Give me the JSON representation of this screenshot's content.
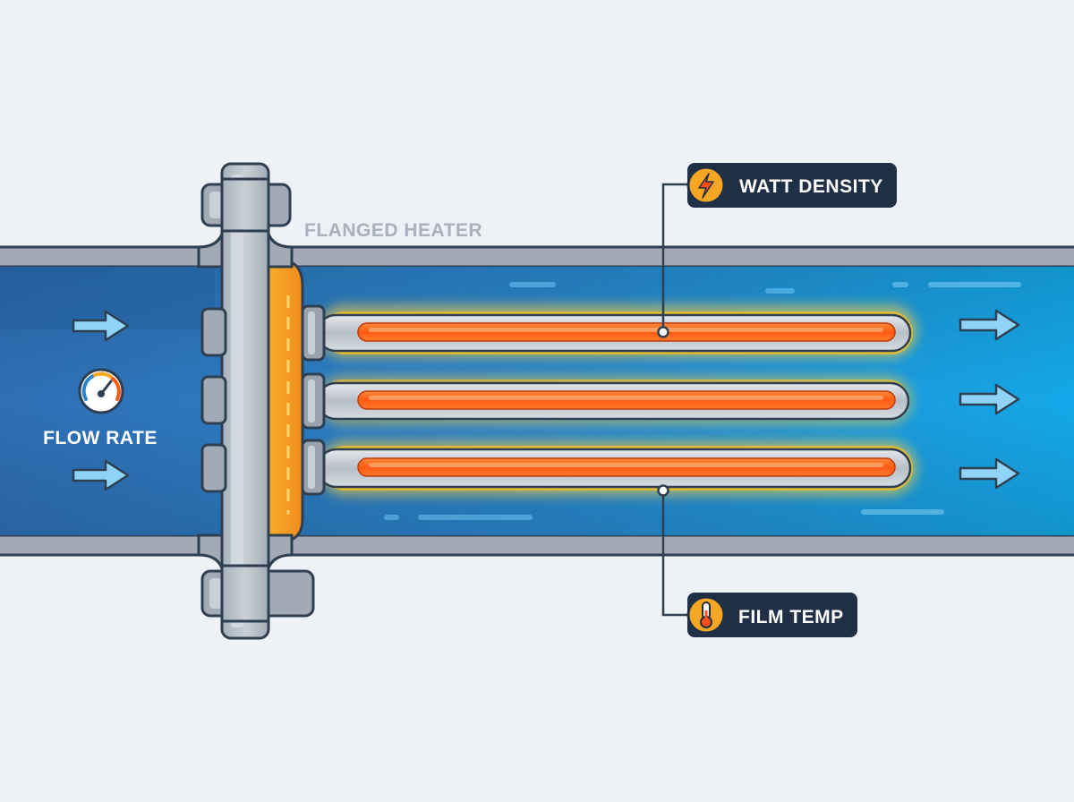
{
  "labels": {
    "flanged_heater": "FLANGED HEATER",
    "flow_rate": "FLOW RATE",
    "watt_density": "WATT DENSITY",
    "film_temp": "FILM TEMP"
  },
  "icons": {
    "flow_rate": "gauge-icon",
    "watt_density": "lightning-bolt-icon",
    "film_temp": "thermometer-icon",
    "flow": "arrow-right-icon"
  },
  "colors": {
    "background": "#eef1f5",
    "pipe_wall": "#9aa3ad",
    "outline": "#2f3f52",
    "fluid_dark": "#2f73b8",
    "fluid_light": "#15a6e6",
    "element_hot": "#ff6a1a",
    "element_glow": "#ffc21a",
    "flange": "#b8c0c9",
    "gasket": "#f0a020",
    "callout_bg": "#1f2f45",
    "callout_icon_bg": "#f5a623",
    "label_white": "#ffffff",
    "label_gray": "#a9b2bc"
  }
}
